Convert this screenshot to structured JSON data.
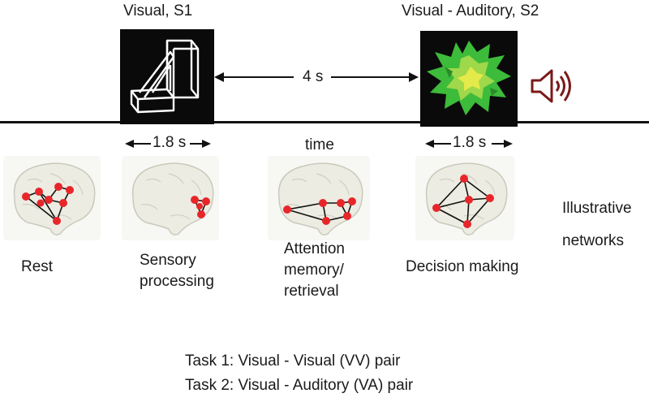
{
  "stimuli": {
    "s1_label": "Visual, S1",
    "s2_label": "Visual -  Auditory, S2",
    "interval_label": "4 s"
  },
  "timeline": {
    "time_label": "time",
    "duration_s1": "1.8 s",
    "duration_s2": "1.8 s"
  },
  "networks": {
    "side_label_line1": "Illustrative",
    "side_label_line2": "networks",
    "captions": [
      {
        "lines": [
          "Rest"
        ]
      },
      {
        "lines": [
          "Sensory",
          "processing"
        ]
      },
      {
        "lines": [
          "Attention",
          "memory/",
          "retrieval"
        ]
      },
      {
        "lines": [
          "Decision making"
        ]
      }
    ]
  },
  "tasks": [
    "Task 1:  Visual  - Visual (VV) pair",
    "Task 2:  Visual - Auditory (VA) pair"
  ],
  "colors": {
    "node": "#e8262a",
    "brain": "#eeeee4",
    "speaker": "#7a1a1a",
    "stimulus_green": "#3dbb3a",
    "stimulus_yellow": "#d8e84a"
  }
}
